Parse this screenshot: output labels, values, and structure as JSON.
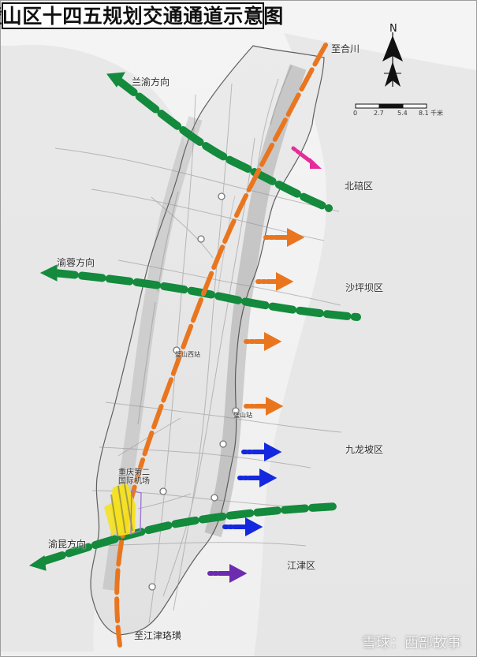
{
  "title": "璧山区十四五规划交通通道示意图",
  "labels": {
    "north": "N",
    "to_hechuan": "至合川",
    "to_lanyu": "兰渝方向",
    "beibei": "北碚区",
    "to_yurong": "渝蓉方向",
    "shapingba": "沙坪坝区",
    "jiulongpo": "九龙坡区",
    "to_yukun": "渝昆方向",
    "jiangjin": "江津区",
    "to_jiangjin_luohuang": "至江津珞璜",
    "airport": "重庆第二国际机场",
    "bishan_west": "璧山西站",
    "bishan_station": "璧山站"
  },
  "scale_bar": {
    "ticks": [
      "0",
      "2.7",
      "5.4",
      "8.1"
    ],
    "unit": "千米"
  },
  "watermark": "雪球：西部故事",
  "colors": {
    "orange": "#e9761f",
    "green": "#138a3c",
    "blue": "#1428e0",
    "purple": "#6d2bb0",
    "pink": "#e62c9b",
    "yellow": "#f6e21b",
    "outline": "#6f6f6f"
  },
  "icons": {
    "north_arrow": "north-arrow-icon",
    "direction_arrow": "direction-arrow-icon"
  }
}
